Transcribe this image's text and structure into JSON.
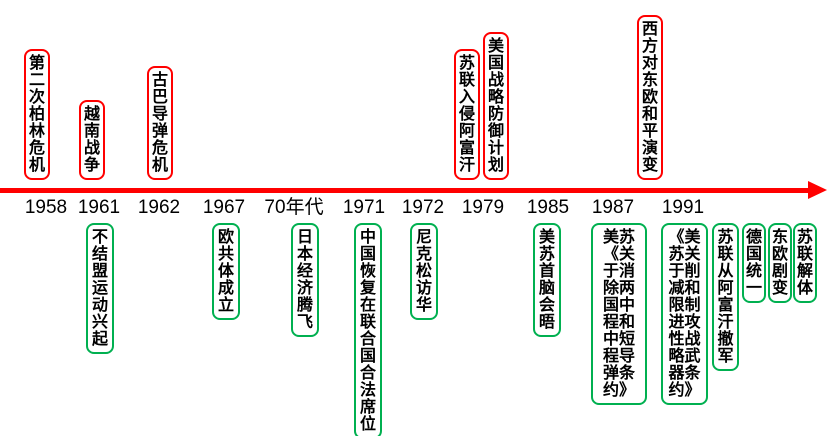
{
  "colors": {
    "axis": "#FF0000",
    "above_border": "#FF0000",
    "below_border": "#00B050",
    "text": "#000000"
  },
  "years": [
    "1958",
    "1961",
    "1962",
    "1967",
    "70年代",
    "1971",
    "1972",
    "1979",
    "1985",
    "1987",
    "1991"
  ],
  "events_above": [
    {
      "id": "second-berlin-crisis",
      "text": "第二次柏林危机"
    },
    {
      "id": "vietnam-war",
      "text": "越南战争"
    },
    {
      "id": "cuban-missile-crisis",
      "text": "古巴导弹危机"
    },
    {
      "id": "soviet-invasion-afghanistan",
      "text": "苏联入侵阿富汗"
    },
    {
      "id": "us-strategic-defense-initiative",
      "text": "美国战略防御计划"
    },
    {
      "id": "western-peaceful-evolution",
      "text": "西方对东欧和平演变"
    }
  ],
  "events_below": [
    {
      "id": "non-aligned-movement",
      "text": "不结盟运动兴起"
    },
    {
      "id": "european-community-founded",
      "text": "欧共体成立"
    },
    {
      "id": "japan-economic-takeoff",
      "text": "日本经济腾飞"
    },
    {
      "id": "china-un-seat-restored",
      "text": "中国恢复在联合国合法席位"
    },
    {
      "id": "nixon-visits-china",
      "text": "尼克松访华"
    },
    {
      "id": "us-soviet-summit",
      "text": "美苏首脑会晤"
    },
    {
      "id": "inf-treaty",
      "text": "美苏《关于消除两国中程和中短程导弹条约》"
    },
    {
      "id": "start-treaty",
      "text": "《美苏关于削减和限制进攻性战略武器条约》"
    },
    {
      "id": "soviet-withdrawal-afghanistan",
      "text": "苏联从阿富汗撤军"
    },
    {
      "id": "german-reunification",
      "text": "德国统一"
    },
    {
      "id": "eastern-europe-upheaval",
      "text": "东欧剧变"
    },
    {
      "id": "soviet-union-dissolution",
      "text": "苏联解体"
    }
  ]
}
